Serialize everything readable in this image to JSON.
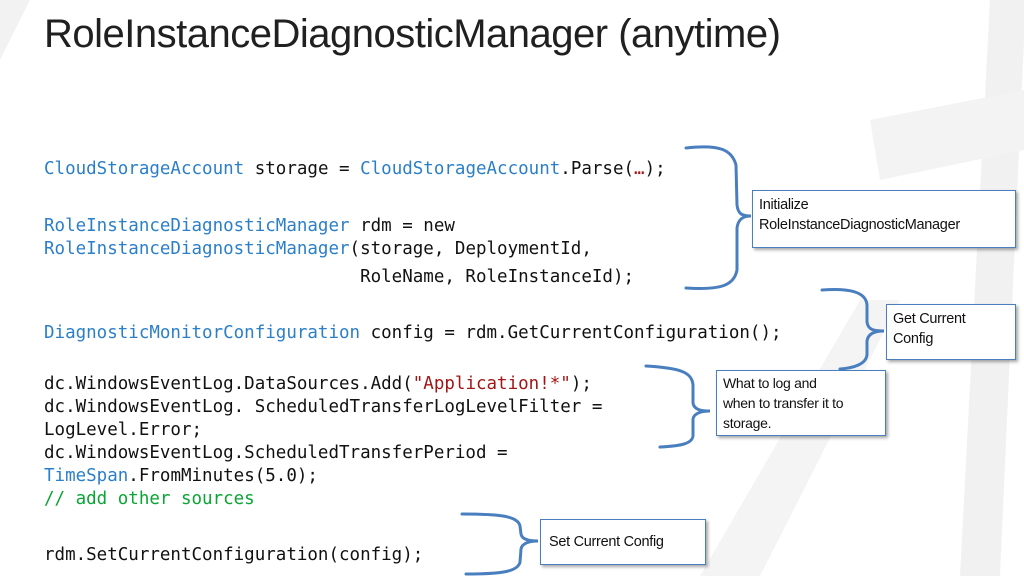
{
  "slide": {
    "title": "RoleInstanceDiagnosticManager (anytime)"
  },
  "code": {
    "line1": {
      "t1": "CloudStorageAccount",
      "p1": " storage = ",
      "t2": "CloudStorageAccount",
      "p2": ".Parse(",
      "s1": "…",
      "p3": ");"
    },
    "line2": {
      "t1": "RoleInstanceDiagnosticManager",
      "p1": " rdm = new"
    },
    "line3": {
      "t1": "RoleInstanceDiagnosticManager",
      "p1": "(storage, DeploymentId,"
    },
    "line4": {
      "p1": "                              RoleName, RoleInstanceId);"
    },
    "line5": {
      "t1": "DiagnosticMonitorConfiguration",
      "p1": " config = rdm.GetCurrentConfiguration();"
    },
    "line6": {
      "p1": "dc.WindowsEventLog.DataSources.Add(",
      "s1": "\"Application!*\"",
      "p2": ");"
    },
    "line7": {
      "p1": "dc.WindowsEventLog. ScheduledTransferLogLevelFilter ="
    },
    "line8": {
      "p1": "LogLevel.Error;"
    },
    "line9": {
      "p1": "dc.WindowsEventLog.ScheduledTransferPeriod ="
    },
    "line10": {
      "t1": "TimeSpan",
      "p1": ".FromMinutes(5.0);"
    },
    "line11": {
      "c1": "// add other sources"
    },
    "line12": {
      "p1": "rdm.SetCurrentConfiguration(config);"
    }
  },
  "callouts": {
    "initialize": "Initialize\nRoleInstanceDiagnosticManager",
    "get_config": "Get Current\nConfig",
    "what_to_log": "What to log and\nwhen to transfer it to\nstorage.",
    "set_config": "Set Current Config"
  },
  "colors": {
    "type_name": "#2b7fc9",
    "string_literal": "#a31515",
    "comment": "#0aa534",
    "bracket": "#4a7fbf",
    "background_stripes": "#eeeeee"
  }
}
